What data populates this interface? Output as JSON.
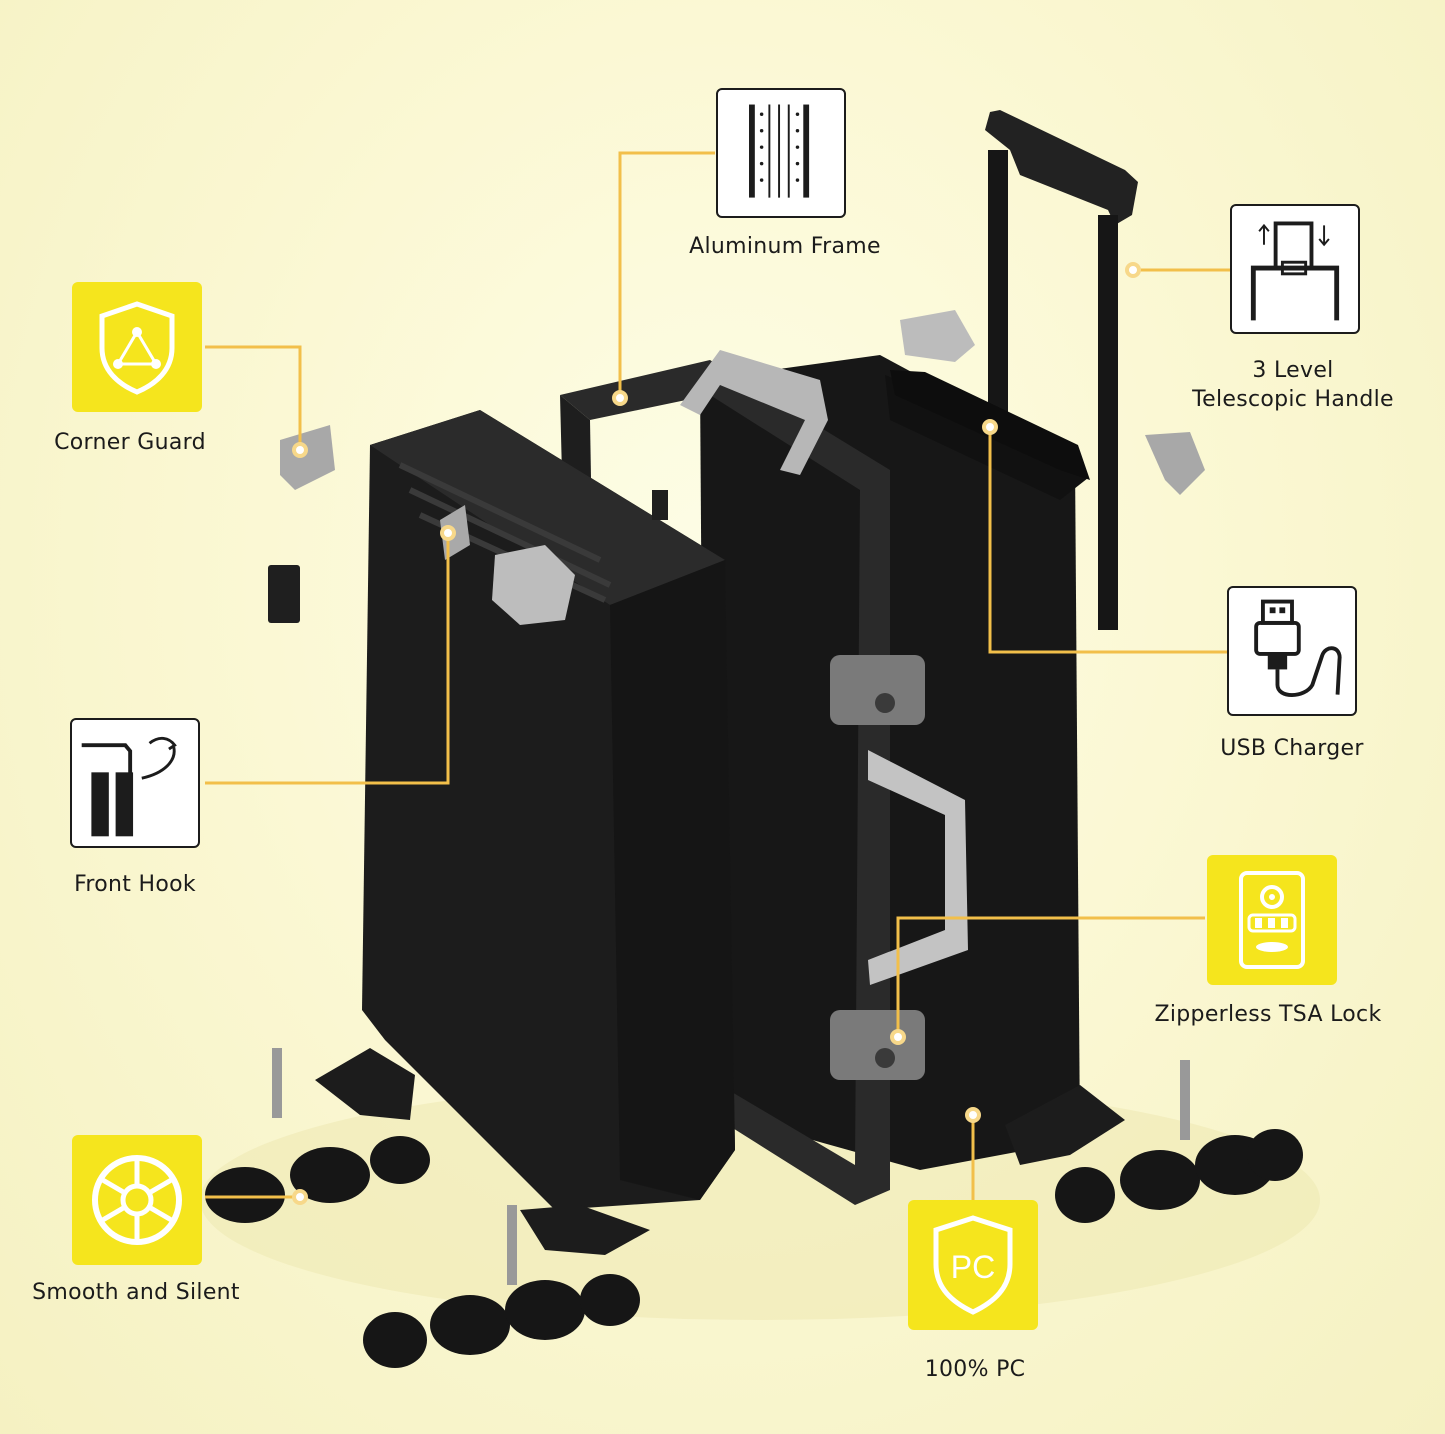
{
  "colors": {
    "accent": "#f5e51d",
    "connector": "#f2bf4a",
    "product": "#1a1a1a",
    "background": "#fbf8d4"
  },
  "features": [
    {
      "id": "corner-guard",
      "label": "Corner Guard",
      "icon": "shield-triangle-icon",
      "style": "yellow"
    },
    {
      "id": "aluminum-frame",
      "label": "Aluminum Frame",
      "icon": "frame-rails-icon",
      "style": "white"
    },
    {
      "id": "telescopic-handle",
      "label_line1": "3 Level",
      "label_line2": "Telescopic Handle",
      "icon": "telescopic-handle-icon",
      "style": "white"
    },
    {
      "id": "front-hook",
      "label": "Front Hook",
      "icon": "hook-icon",
      "style": "white"
    },
    {
      "id": "usb-charger",
      "label": "USB Charger",
      "icon": "usb-plug-icon",
      "style": "white"
    },
    {
      "id": "tsa-lock",
      "label": "Zipperless TSA Lock",
      "icon": "combination-lock-icon",
      "style": "yellow"
    },
    {
      "id": "wheels",
      "label": "Smooth and Silent",
      "icon": "wheel-icon",
      "style": "yellow"
    },
    {
      "id": "pc-shell",
      "label": "100% PC",
      "icon": "pc-shield-icon",
      "icon_text": "PC",
      "style": "yellow"
    }
  ]
}
